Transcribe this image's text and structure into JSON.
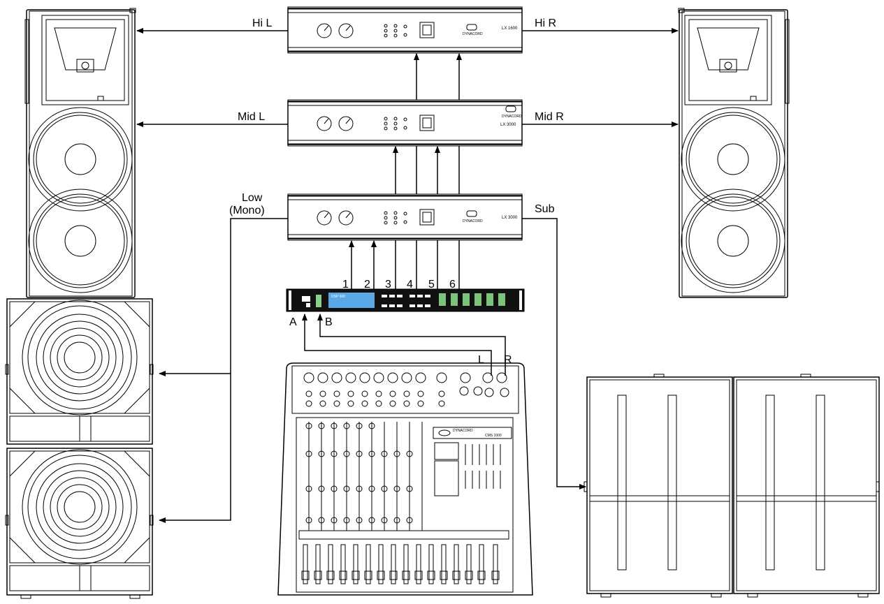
{
  "labels": {
    "hi_l": "Hi L",
    "hi_r": "Hi R",
    "mid_l": "Mid L",
    "mid_r": "Mid R",
    "low_line1": "Low",
    "low_line2": "(Mono)",
    "sub": "Sub",
    "out_1": "1",
    "out_2": "2",
    "out_3": "3",
    "out_4": "4",
    "out_5": "5",
    "out_6": "6",
    "in_a": "A",
    "in_b": "B",
    "mix_l": "L",
    "mix_r": "R"
  },
  "amplifiers": [
    {
      "brand": "DYNACORD",
      "model": "LX 1600"
    },
    {
      "brand": "DYNACORD",
      "model": "LX 3000"
    },
    {
      "brand": "DYNACORD",
      "model": "LX 3000"
    }
  ],
  "processor": {
    "model": "DSP 600"
  },
  "mixer": {
    "brand": "DYNACORD",
    "model": "CMS 1000"
  }
}
